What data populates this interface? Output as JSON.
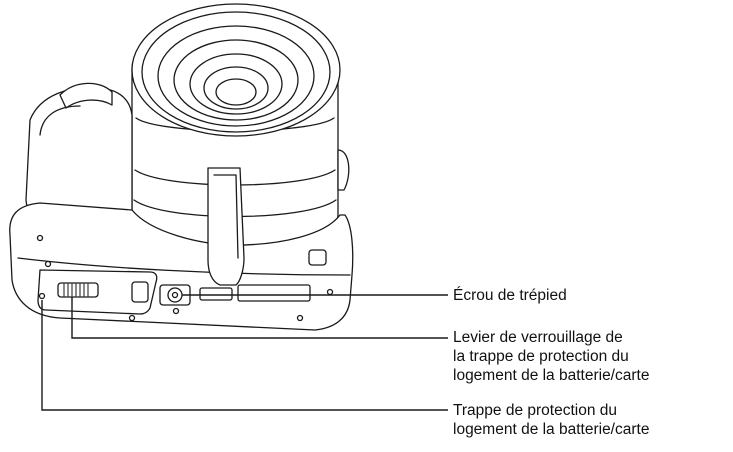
{
  "figure": {
    "subject": "camera-bottom-view",
    "callouts": [
      {
        "id": "tripod-socket",
        "lines": [
          "Écrou de trépied"
        ]
      },
      {
        "id": "battery-door-lock",
        "lines": [
          "Levier de verrouillage de",
          "la trappe de protection du",
          "logement de la batterie/carte"
        ]
      },
      {
        "id": "battery-door",
        "lines": [
          "Trappe de protection du",
          "logement de la batterie/carte"
        ]
      }
    ]
  },
  "colors": {
    "line": "#1a1a1a",
    "fill": "#ffffff"
  }
}
